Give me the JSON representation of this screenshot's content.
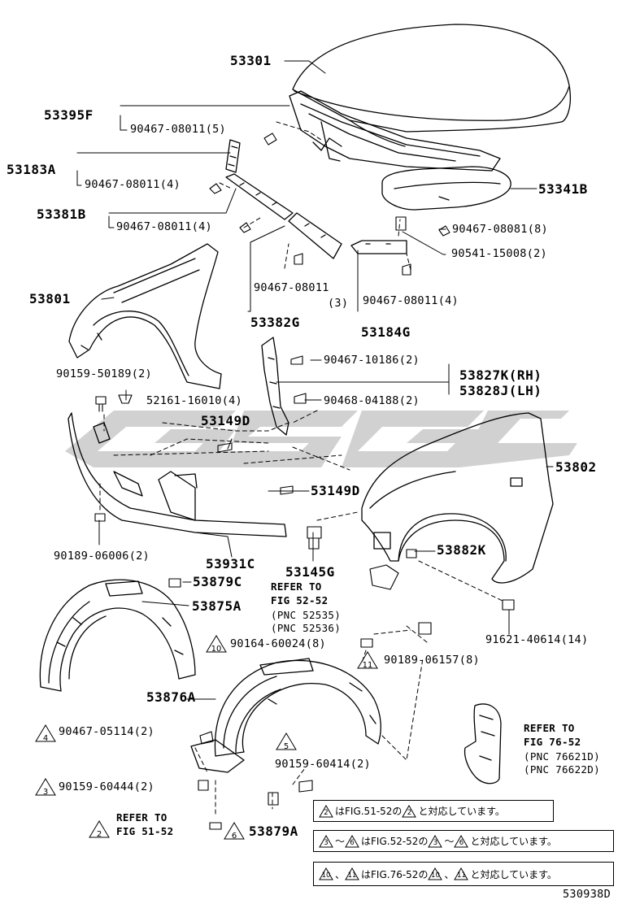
{
  "watermark": "GSSG",
  "callouts": {
    "c53301": "53301",
    "c53395f": "53395F",
    "c53395f_bolt": "90467-08011(5)",
    "c53183a": "53183A",
    "c53183a_bolt": "90467-08011(4)",
    "c53381b": "53381B",
    "c53381b_bolt": "90467-08011(4)",
    "c53341b": "53341B",
    "c53341b_bolt": "90467-08081(8)",
    "c90541": "90541-15008(2)",
    "c53801": "53801",
    "c53382g_bolt": "90467-08011",
    "c53382g_qty": "(3)",
    "c53382g": "53382G",
    "c53184g_bolt": "90467-08011(4)",
    "c53184g": "53184G",
    "c90467_10186": "90467-10186(2)",
    "c53827k": "53827K(RH)",
    "c53828j": "53828J(LH)",
    "c90468": "90468-04188(2)",
    "c90159_50189": "90159-50189(2)",
    "c52161": "52161-16010(4)",
    "c53149d_a": "53149D",
    "c53149d_b": "53149D",
    "c53802": "53802",
    "c90189_06006": "90189-06006(2)",
    "c53931c": "53931C",
    "c53145g": "53145G",
    "c53882k": "53882K",
    "c53879c": "53879C",
    "c53875a": "53875A",
    "ref1_line1": "REFER TO",
    "ref1_line2": "FIG 52-52",
    "ref1_line3": "(PNC 52535)",
    "ref1_line4": "(PNC 52536)",
    "c91621": "91621-40614(14)",
    "c90164": "90164-60024(8)",
    "c90189_06157": "90189-06157(8)",
    "c53876a": "53876A",
    "c90467_05114": "90467-05114(2)",
    "c90159_60414": "90159-60414(2)",
    "c90159_60444": "90159-60444(2)",
    "ref2_line1": "REFER TO",
    "ref2_line2": "FIG 51-52",
    "c53879a": "53879A",
    "ref3_line1": "REFER TO",
    "ref3_line2": "FIG 76-52",
    "ref3_line3": "(PNC 76621D)",
    "ref3_line4": "(PNC 76622D)"
  },
  "markers": {
    "m10": "10",
    "m11": "11",
    "m4": "4",
    "m5": "5",
    "m3": "3",
    "m2": "2",
    "m6": "6"
  },
  "notes": {
    "note1_mark": "2",
    "note1_text_a": "はFIG.51-52の",
    "note1_mark2": "2",
    "note1_text_b": "と対応しています。",
    "note2_mark": "3",
    "note2_tilde": "～",
    "note2_mark_b": "6",
    "note2_text_a": "はFIG.52-52の",
    "note2_mark2": "3",
    "note2_tilde2": "～",
    "note2_mark2_b": "6",
    "note2_text_b": "と対応しています。",
    "note3_mark": "10",
    "note3_sep": "、",
    "note3_mark_b": "11",
    "note3_text_a": "はFIG.76-52の",
    "note3_mark2": "10",
    "note3_sep2": "、",
    "note3_mark2_b": "11",
    "note3_text_b": "と対応しています。"
  },
  "figure_id": "530938D",
  "colors": {
    "ink": "#000000",
    "watermark": "#c8c8c8",
    "paper": "#ffffff"
  }
}
